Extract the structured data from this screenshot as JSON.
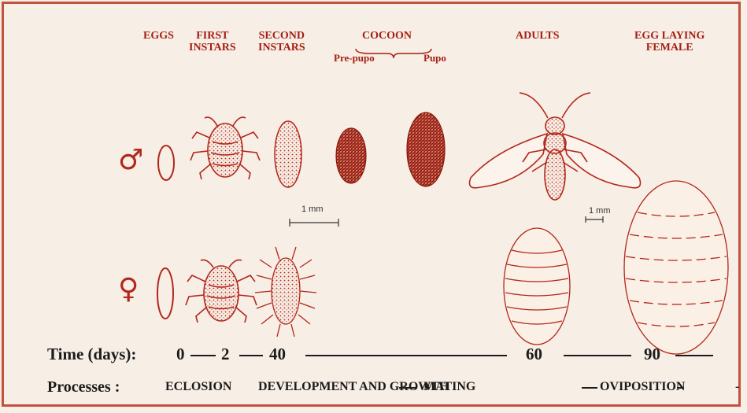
{
  "stages": {
    "eggs": "EGGS",
    "first_instars": [
      "FIRST",
      "INSTARS"
    ],
    "second_instars": [
      "SECOND",
      "INSTARS"
    ],
    "cocoon": "COCOON",
    "pre_pupo": "Pre-pupo",
    "pupo": "Pupo",
    "adults": "ADULTS",
    "egg_laying_female": [
      "EGG LAYING",
      "FEMALE"
    ]
  },
  "scale_bars": [
    "1 mm",
    "1 mm"
  ],
  "sex_symbols": {
    "male": "♂",
    "female": "♀"
  },
  "timeline": {
    "label": "Time (days):",
    "values": [
      "0",
      "2",
      "40",
      "60",
      "90"
    ]
  },
  "processes": {
    "label": "Processes :",
    "items": [
      "ECLOSION",
      "DEVELOPMENT AND GROWTH",
      "MATING",
      "OVIPOSITION"
    ]
  },
  "colors": {
    "accent": "#a61e12",
    "drawing": "#b3261a",
    "border": "#c2513f",
    "background": "#f7eee5"
  }
}
